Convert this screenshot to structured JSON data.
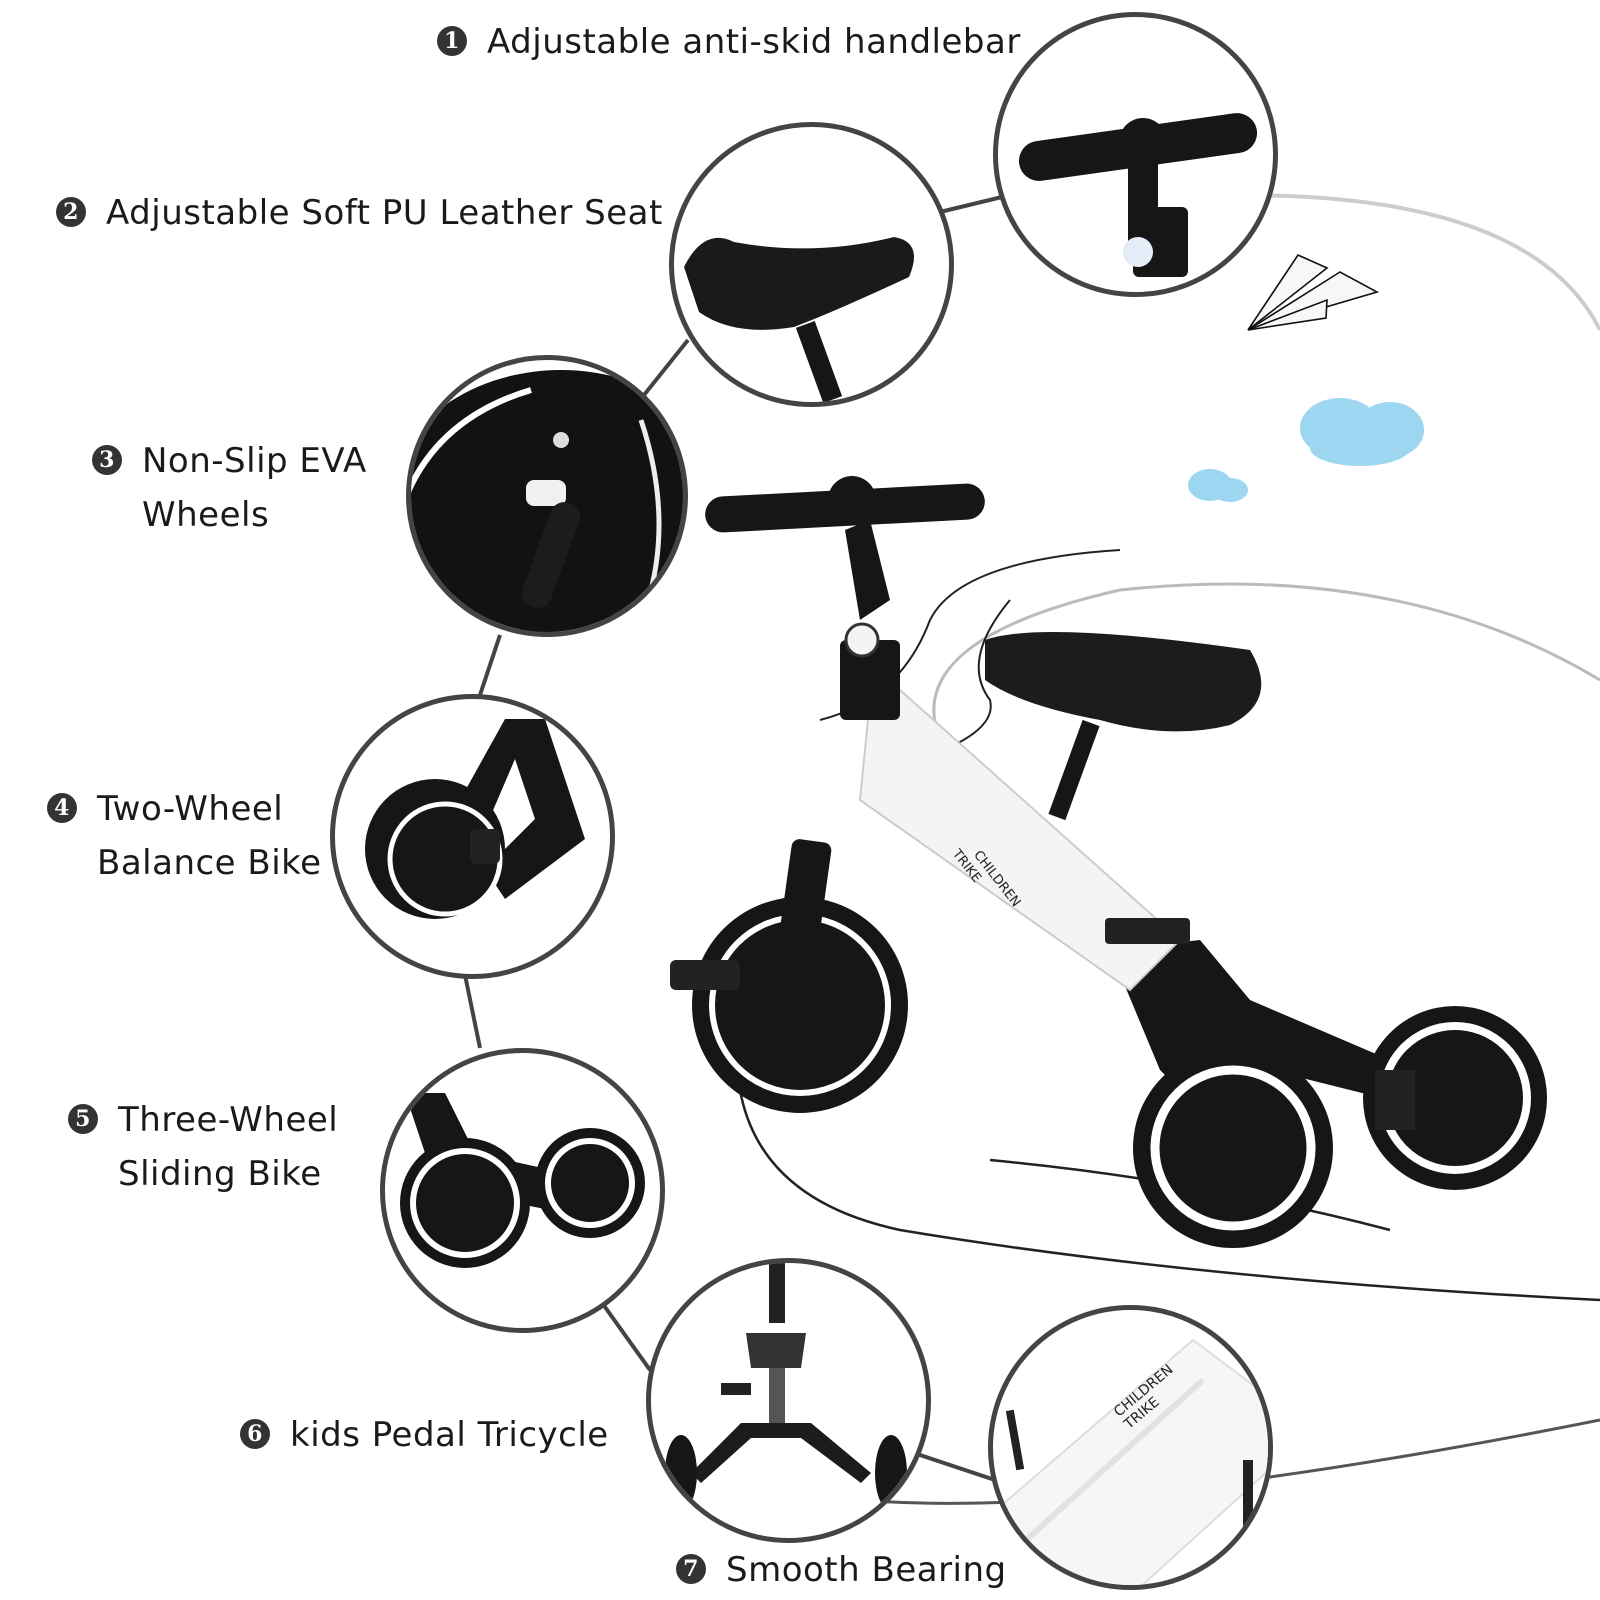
{
  "features": [
    {
      "number": "1",
      "lines": [
        "Adjustable anti-skid handlebar"
      ]
    },
    {
      "number": "2",
      "lines": [
        "Adjustable Soft PU Leather Seat"
      ]
    },
    {
      "number": "3",
      "lines": [
        "Non-Slip EVA",
        "Wheels"
      ]
    },
    {
      "number": "4",
      "lines": [
        "Two-Wheel",
        "Balance Bike"
      ]
    },
    {
      "number": "5",
      "lines": [
        "Three-Wheel",
        "Sliding Bike"
      ]
    },
    {
      "number": "6",
      "lines": [
        "kids Pedal Tricycle"
      ]
    },
    {
      "number": "7",
      "lines": [
        "Smooth Bearing"
      ]
    }
  ],
  "frame_text": {
    "line1": "CHILDREN",
    "line2": "TRIKE"
  },
  "detail_circles": [
    {
      "name": "handlebar-detail"
    },
    {
      "name": "seat-detail"
    },
    {
      "name": "wheel-detail"
    },
    {
      "name": "balance-bike-detail"
    },
    {
      "name": "sliding-bike-detail"
    },
    {
      "name": "pedal-tricycle-detail"
    },
    {
      "name": "bearing-detail"
    }
  ],
  "colors": {
    "outline": "#444444",
    "product_black": "#161616",
    "frame_white": "#f4f4f4",
    "cloud_blue": "#8fd0f0"
  }
}
